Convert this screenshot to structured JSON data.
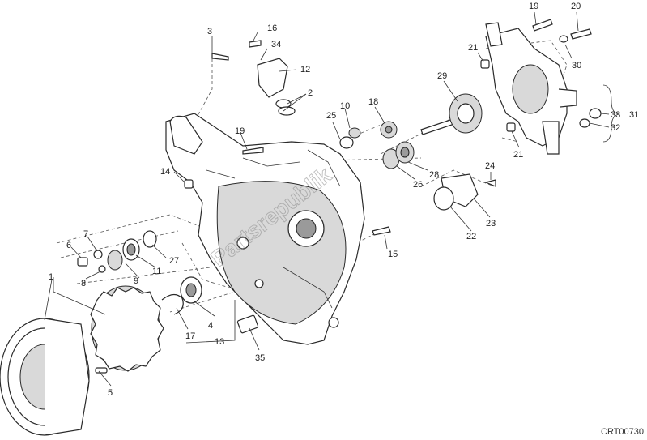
{
  "diagram": {
    "drawing_code": "CRT00730",
    "watermark": "Partsrepublik",
    "callouts": [
      "1",
      "2",
      "3",
      "4",
      "5",
      "6",
      "7",
      "8",
      "9",
      "10",
      "11",
      "12",
      "13",
      "14",
      "15",
      "16",
      "17",
      "18",
      "19",
      "19",
      "20",
      "21",
      "21",
      "22",
      "23",
      "24",
      "25",
      "26",
      "27",
      "28",
      "29",
      "30",
      "31",
      "32",
      "33",
      "34",
      "35"
    ]
  }
}
